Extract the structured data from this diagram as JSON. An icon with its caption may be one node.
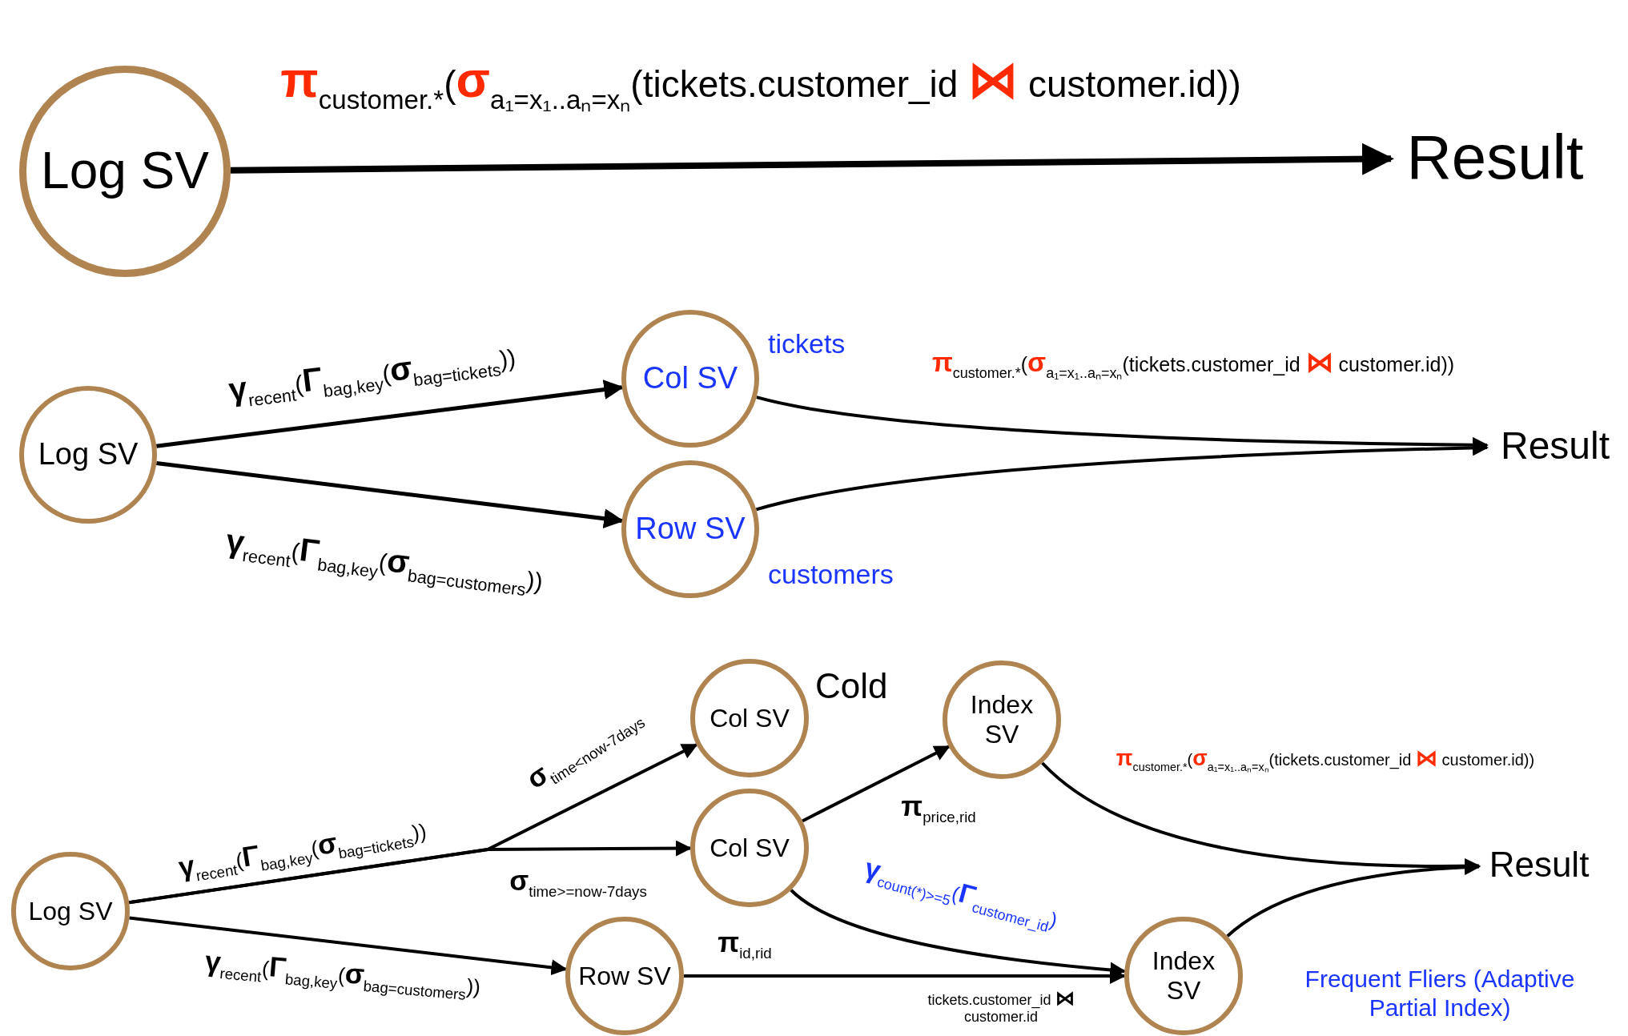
{
  "diagram": {
    "nodes": [
      {
        "text": [
          "Log SV"
        ]
      },
      {
        "text": [
          "Result"
        ]
      },
      {
        "text": [
          "Log SV"
        ]
      },
      {
        "text": [
          "Col SV"
        ],
        "beside": [
          "tickets"
        ]
      },
      {
        "text": [
          "Row SV"
        ],
        "beside": [
          "customers"
        ]
      },
      {
        "text": [
          "Result"
        ]
      },
      {
        "text": [
          "Log SV"
        ]
      },
      {
        "text": [
          "Col SV"
        ],
        "beside": [
          "Cold"
        ]
      },
      {
        "text": [
          "Col SV"
        ]
      },
      {
        "text": [
          "Index SV"
        ]
      },
      {
        "text": [
          "Row SV"
        ]
      },
      {
        "text": [
          "Index SV"
        ],
        "beside": [
          "Frequent Fliers (Adaptive Partial Index)"
        ]
      },
      {
        "text": [
          "Result"
        ]
      }
    ],
    "edges": [
      {
        "from": 0,
        "to": 1,
        "arrow": "to",
        "style": "thick",
        "label": "**π**$_{customer.*}$(**σ**$_{a₁=x₁..aₙ=xₙ}$(tickets.customer_id **⋈** customer.id))"
      },
      {
        "from": 2,
        "to": 3,
        "arrow": "to",
        "label": "**γ**$_{recent}$(**Γ**$_{bag,key}$(**σ**$_{bag=tickets}$))"
      },
      {
        "from": 2,
        "to": 4,
        "arrow": "to",
        "label": "**γ**$_{recent}$(**Γ**$_{bag,key}$(**σ**$_{bag=customers}$))"
      },
      {
        "from": 3,
        "to": 5,
        "arrow": "to",
        "label": "**π**$_{customer.*}$(**σ**$_{a₁=x₁..aₙ=xₙ}$(tickets.customer_id **⋈** customer.id))"
      },
      {
        "from": 4,
        "to": 5,
        "arrow": "to"
      },
      {
        "from": 6,
        "to": 7,
        "arrow": "to",
        "label": "**σ**$_{time<now-7days}$"
      },
      {
        "from": 6,
        "to": 8,
        "arrow": "to",
        "label": "**σ**$_{time>=now-7days}$"
      },
      {
        "from": 6,
        "to": 10,
        "arrow": "to",
        "label": "**γ**$_{recent}$(**Γ**$_{bag,key}$(**σ**$_{bag=customers}$))"
      },
      {
        "from": 8,
        "to": 9,
        "arrow": "to",
        "label": "**π**$_{price,rid}$"
      },
      {
        "from": 8,
        "to": 11,
        "arrow": "to",
        "label": "**γ**$_{count(*)>=5}$(**Γ**$_{customer_id}$)"
      },
      {
        "from": 10,
        "to": 11,
        "arrow": "to",
        "label": "**π**$_{id,rid}$"
      },
      {
        "from": 9,
        "to": 12,
        "arrow": "to",
        "label": "**π**$_{customer.*}$(**σ**$_{a₁=x₁..aₙ=xₙ}$(tickets.customer_id **⋈** customer.id))"
      },
      {
        "from": 11,
        "to": 12,
        "arrow": "to"
      }
    ],
    "labels": [
      "**γ**$_{recent}$(**Γ**$_{bag,key}$(**σ**$_{bag=tickets}$))",
      "tickets.customer_id **⋈** customer.id"
    ]
  }
}
